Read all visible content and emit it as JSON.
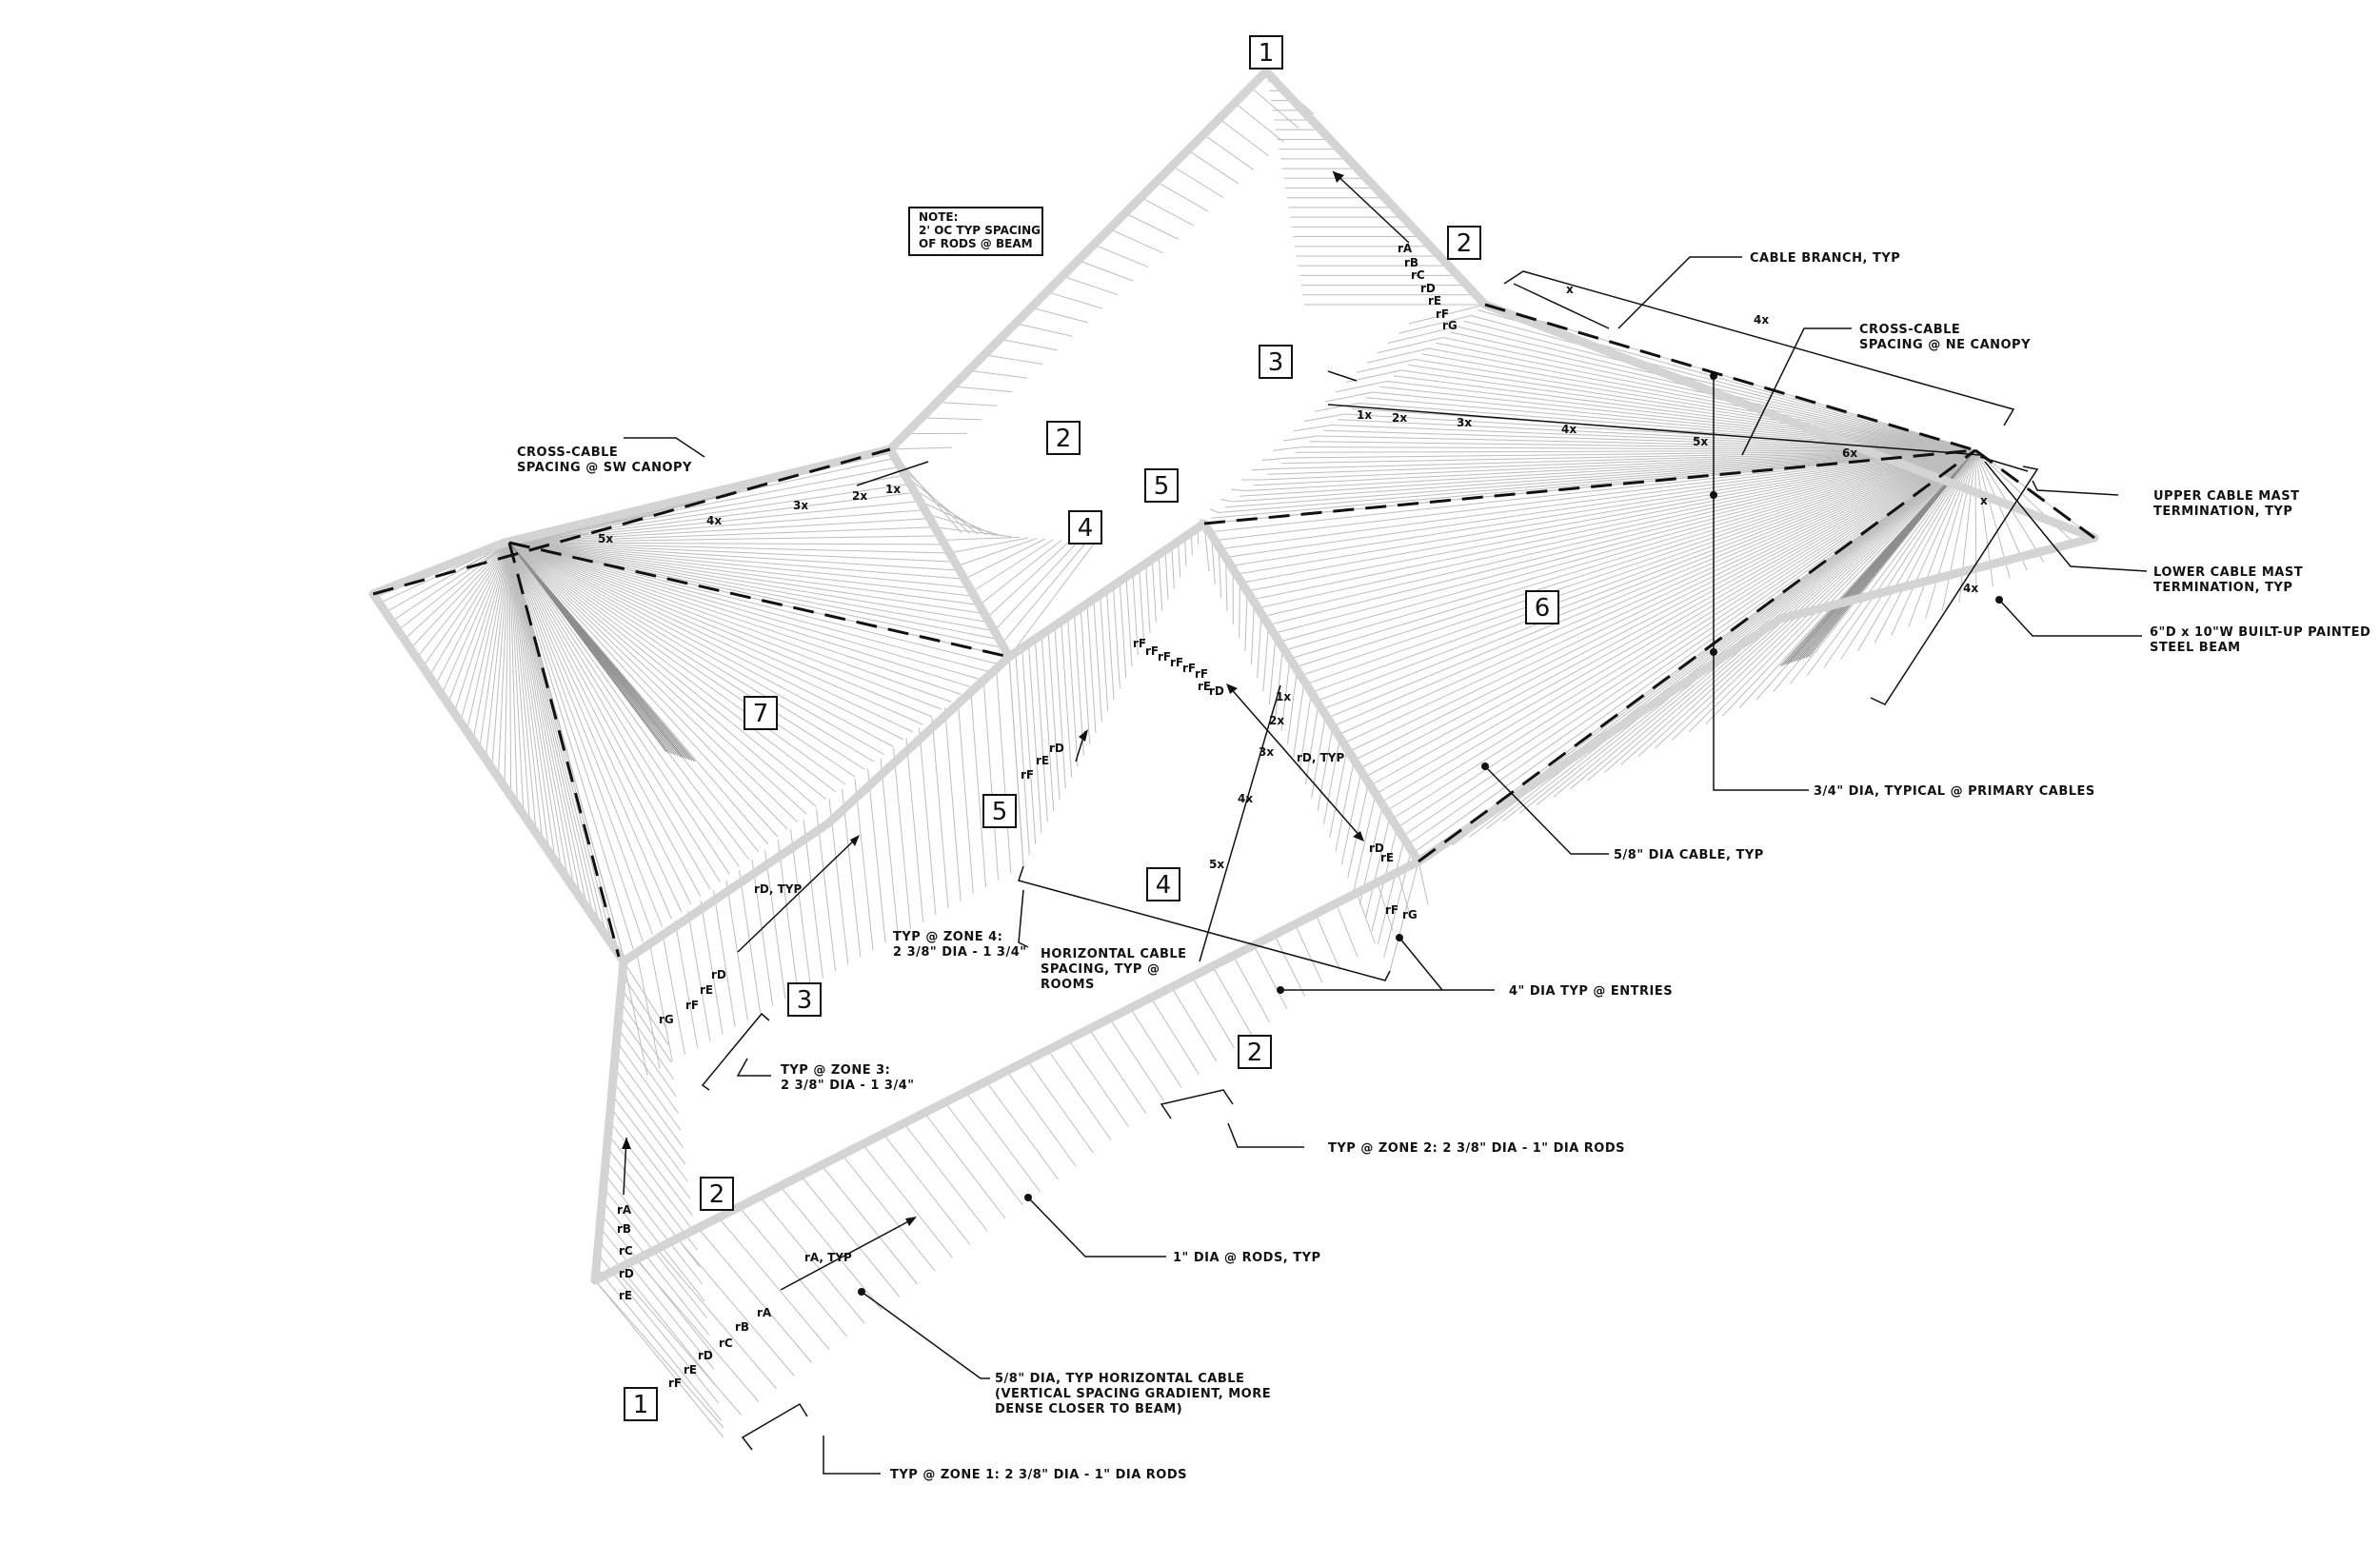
{
  "zones": [
    "1",
    "2",
    "3",
    "4",
    "5",
    "6",
    "7"
  ],
  "note": {
    "lines": [
      "NOTE:",
      "2' OC TYP SPACING",
      "OF RODS @ BEAM"
    ]
  },
  "callouts": {
    "cable_branch": "CABLE BRANCH, TYP",
    "cross_cable_ne": [
      "CROSS-CABLE",
      "SPACING @ NE CANOPY"
    ],
    "cross_cable_sw": [
      "CROSS-CABLE",
      "SPACING @ SW CANOPY"
    ],
    "upper_mast": [
      "UPPER CABLE MAST",
      "TERMINATION, TYP"
    ],
    "lower_mast": [
      "LOWER CABLE MAST",
      "TERMINATION, TYP"
    ],
    "steel_beam": [
      "6\"D x 10\"W BUILT-UP PAINTED",
      "STEEL BEAM"
    ],
    "primary_cables": "3/4\" DIA, TYPICAL @ PRIMARY CABLES",
    "cable_58": "5/8\" DIA CABLE, TYP",
    "entries": "4\" DIA TYP @ ENTRIES",
    "zone4": [
      "TYP @ ZONE 4:",
      "2 3/8\" DIA - 1 3/4\""
    ],
    "horizontal_rooms": [
      "HORIZONTAL CABLE",
      "SPACING, TYP @",
      "ROOMS"
    ],
    "zone3": [
      "TYP @ ZONE 3:",
      "2 3/8\" DIA - 1 3/4\""
    ],
    "zone2": "TYP @ ZONE 2:  2 3/8\" DIA - 1\" DIA RODS",
    "rods": "1\" DIA @ RODS, TYP",
    "horizontal_58": [
      "5/8\" DIA, TYP HORIZONTAL CABLE",
      "(VERTICAL SPACING GRADIENT, MORE",
      "DENSE CLOSER TO BEAM)"
    ],
    "zone1": "TYP @ ZONE 1:  2 3/8\" DIA - 1\" DIA RODS"
  },
  "spacing_ne": [
    "1x",
    "2x",
    "3x",
    "4x",
    "5x",
    "6x"
  ],
  "spacing_sw": [
    "1x",
    "2x",
    "3x",
    "4x",
    "5x"
  ],
  "spacing_room": [
    "1x",
    "2x",
    "3x",
    "4x",
    "5x"
  ],
  "dim_labels": {
    "x": "x",
    "four_x": "4x",
    "rd_typ": "rD, TYP",
    "ra_typ": "rA, TYP"
  },
  "rod_series": {
    "zone1_top": [
      "rA",
      "rB",
      "rC",
      "rD",
      "rE",
      "rF",
      "rG"
    ],
    "zone1_left": [
      "rA",
      "rB",
      "rC",
      "rD",
      "rE"
    ],
    "zone1_bottom": [
      "rA",
      "rB",
      "rC",
      "rD",
      "rE",
      "rF"
    ],
    "zone3": [
      "rD",
      "rE",
      "rF",
      "rG"
    ],
    "zone5": [
      "rD",
      "rE",
      "rF"
    ],
    "zone4_top": [
      "rF",
      "rF",
      "rF",
      "rF",
      "rF",
      "rF",
      "rE",
      "rD"
    ],
    "zone4_bottom": [
      "rD",
      "rE"
    ],
    "entry": [
      "rF",
      "rG"
    ]
  }
}
